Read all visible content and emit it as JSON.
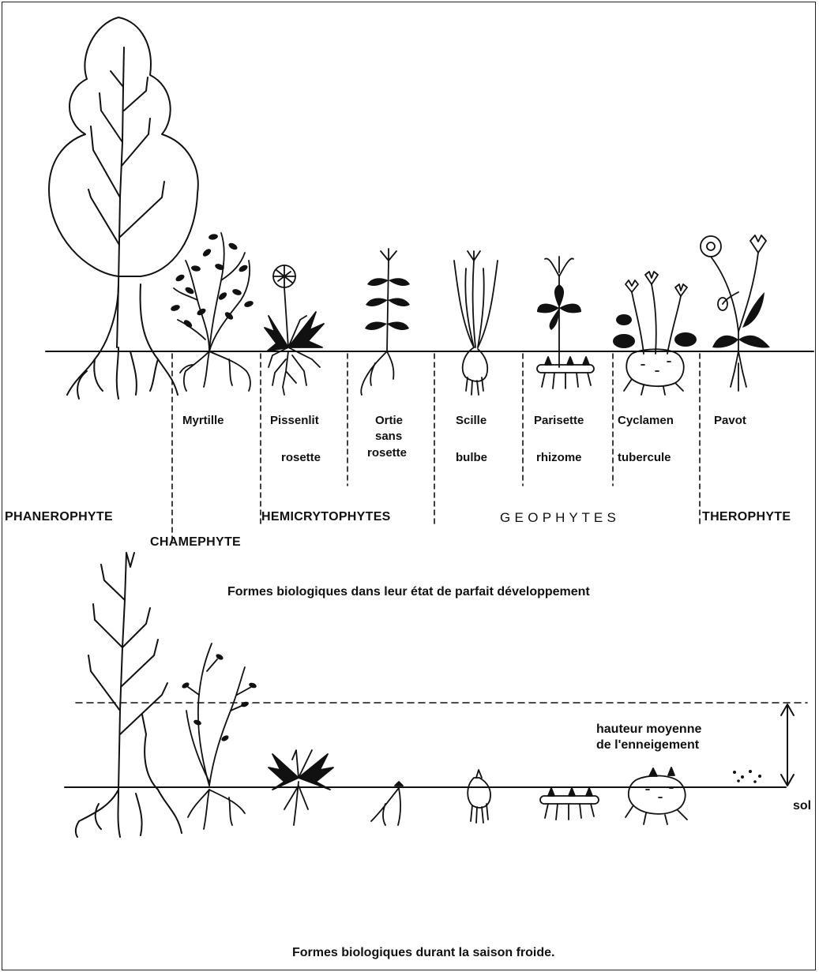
{
  "top": {
    "plants": [
      {
        "name": "Myrtille",
        "detail": ""
      },
      {
        "name": "Pissenlit",
        "detail": "rosette"
      },
      {
        "name": "Ortie",
        "name2": "sans",
        "detail": "rosette"
      },
      {
        "name": "Scille",
        "detail": "bulbe"
      },
      {
        "name": "Parisette",
        "detail": "rhizome"
      },
      {
        "name": "Cyclamen",
        "detail": "tubercule"
      },
      {
        "name": "Pavot",
        "detail": ""
      }
    ],
    "groups": {
      "phanerophyte": "PHANEROPHYTE",
      "chamephyte": "CHAMEPHYTE",
      "hemicrytophytes": "HEMICRYTOPHYTES",
      "geophytes": "G E O P H Y T E S",
      "therophyte": "THEROPHYTE"
    },
    "caption": "Formes biologiques dans leur état de parfait développement"
  },
  "bottom": {
    "snow_label_1": "hauteur moyenne",
    "snow_label_2": "de l'enneigement",
    "ground_label": "sol",
    "caption": "Formes biologiques durant la saison froide."
  }
}
